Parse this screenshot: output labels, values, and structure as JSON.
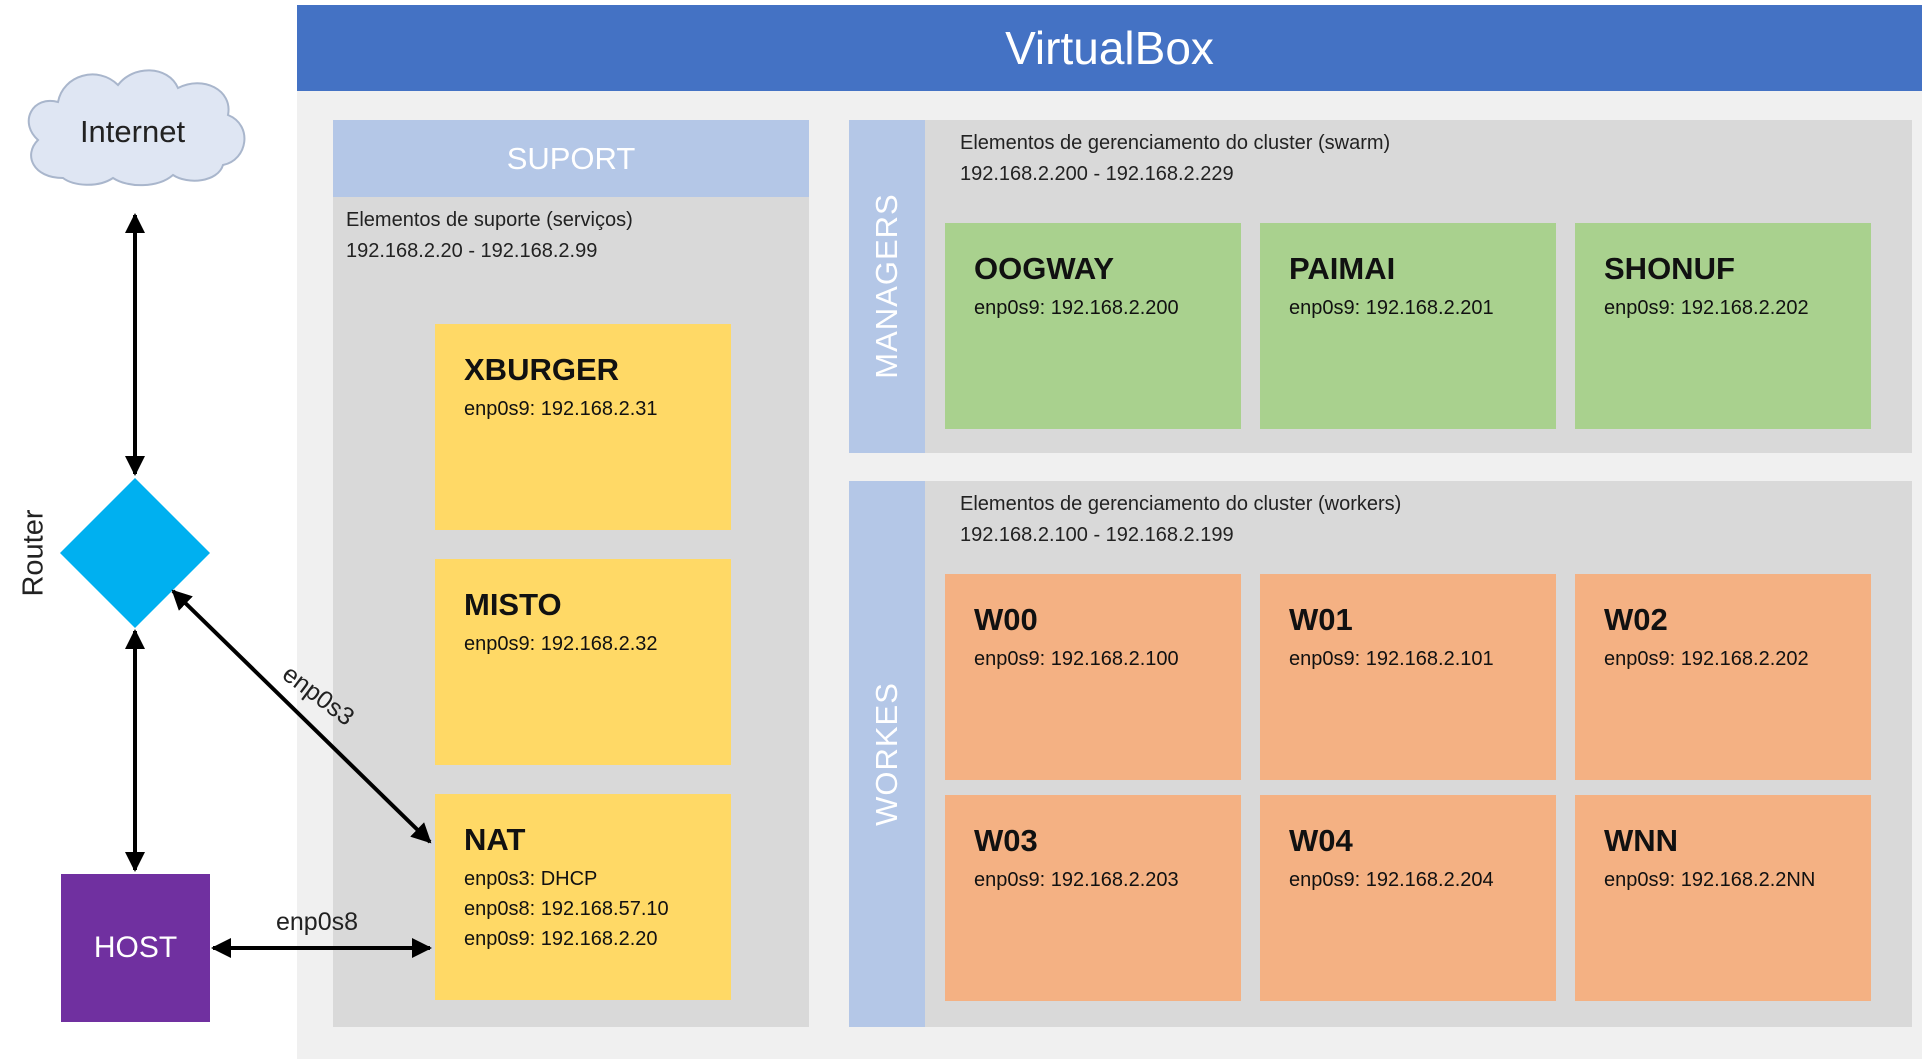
{
  "virtualbox": {
    "title": "VirtualBox"
  },
  "internet": {
    "label": "Internet"
  },
  "router": {
    "label": "Router"
  },
  "host": {
    "label": "HOST"
  },
  "edges": {
    "enp0s3": "enp0s3",
    "enp0s8": "enp0s8"
  },
  "suport": {
    "title": "SUPORT",
    "desc_line1": "Elementos de suporte (serviços)",
    "desc_line2": "192.168.2.20 - 192.168.2.99",
    "nodes": [
      {
        "name": "XBURGER",
        "lines": [
          "enp0s9: 192.168.2.31"
        ]
      },
      {
        "name": "MISTO",
        "lines": [
          "enp0s9: 192.168.2.32"
        ]
      },
      {
        "name": "NAT",
        "lines": [
          "enp0s3: DHCP",
          "enp0s8: 192.168.57.10",
          "enp0s9: 192.168.2.20"
        ]
      }
    ]
  },
  "managers": {
    "label": "MANAGERS",
    "desc_line1": "Elementos de gerenciamento do cluster (swarm)",
    "desc_line2": "192.168.2.200 - 192.168.2.229",
    "nodes": [
      {
        "name": "OOGWAY",
        "ip": "enp0s9: 192.168.2.200"
      },
      {
        "name": "PAIMAI",
        "ip": "enp0s9: 192.168.2.201"
      },
      {
        "name": "SHONUF",
        "ip": "enp0s9: 192.168.2.202"
      }
    ]
  },
  "workers": {
    "label": "WORKES",
    "desc_line1": "Elementos de gerenciamento do cluster (workers)",
    "desc_line2": "192.168.2.100 - 192.168.2.199",
    "nodes": [
      {
        "name": "W00",
        "ip": "enp0s9: 192.168.2.100"
      },
      {
        "name": "W01",
        "ip": "enp0s9: 192.168.2.101"
      },
      {
        "name": "W02",
        "ip": "enp0s9: 192.168.2.202"
      },
      {
        "name": "W03",
        "ip": "enp0s9: 192.168.2.203"
      },
      {
        "name": "W04",
        "ip": "enp0s9: 192.168.2.204"
      },
      {
        "name": "WNN",
        "ip": "enp0s9: 192.168.2.2NN"
      }
    ]
  },
  "colors": {
    "header_blue": "#4472c4",
    "light_blue": "#b4c7e7",
    "support_yellow": "#ffd966",
    "manager_green": "#a9d18e",
    "worker_orange": "#f4b183",
    "router_cyan": "#00b0f0",
    "host_purple": "#7030a0"
  }
}
